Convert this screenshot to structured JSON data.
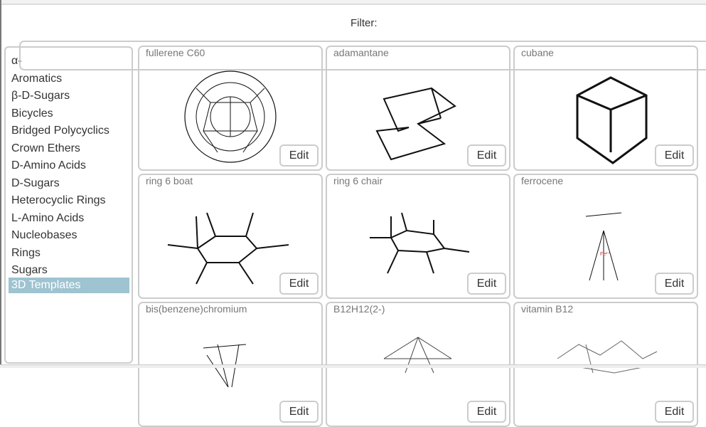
{
  "filter": {
    "label": "Filter:",
    "value": ""
  },
  "sidebar": {
    "items": [
      {
        "label": "α-"
      },
      {
        "label": "Aromatics"
      },
      {
        "label": "β-D-Sugars"
      },
      {
        "label": "Bicycles"
      },
      {
        "label": "Bridged Polycyclics"
      },
      {
        "label": "Crown Ethers"
      },
      {
        "label": "D-Amino Acids"
      },
      {
        "label": "D-Sugars"
      },
      {
        "label": "Heterocyclic Rings"
      },
      {
        "label": "L-Amino Acids"
      },
      {
        "label": "Nucleobases"
      },
      {
        "label": "Rings"
      },
      {
        "label": "Sugars"
      },
      {
        "label": "3D Templates",
        "selected": true
      }
    ]
  },
  "templates": [
    {
      "name": "fullerene C60",
      "edit": "Edit"
    },
    {
      "name": "adamantane",
      "edit": "Edit"
    },
    {
      "name": "cubane",
      "edit": "Edit"
    },
    {
      "name": "ring 6 boat",
      "edit": "Edit"
    },
    {
      "name": "ring 6 chair",
      "edit": "Edit"
    },
    {
      "name": "ferrocene",
      "edit": "Edit"
    },
    {
      "name": "bis(benzene)chromium",
      "edit": "Edit"
    },
    {
      "name": "B12H12(2-)",
      "edit": "Edit"
    },
    {
      "name": "vitamin B12",
      "edit": "Edit"
    }
  ],
  "colors": {
    "selected": "#9ec3d1",
    "border": "#cccccc"
  }
}
